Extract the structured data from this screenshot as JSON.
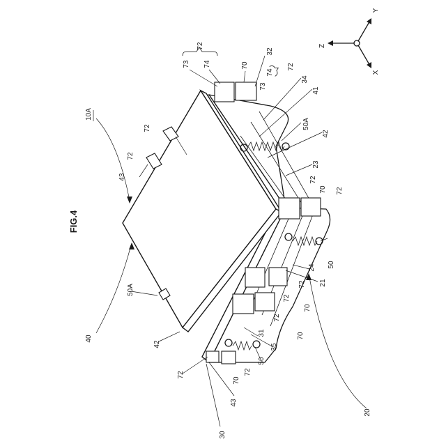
{
  "figure": {
    "title": "FIG.4",
    "axes": {
      "x": "X",
      "y": "Y",
      "z": "Z"
    }
  },
  "labels": {
    "l10a": "10A",
    "l72": "72",
    "l73": "73",
    "l74": "74",
    "l70": "70",
    "l32": "32",
    "l34": "34",
    "l41": "41",
    "l50a": "50A",
    "l42": "42",
    "l23": "23",
    "l43": "43",
    "l40": "40",
    "l50": "50",
    "l24": "24",
    "l21": "21",
    "l31": "31",
    "l35": "35",
    "l30": "30",
    "l20": "20"
  }
}
